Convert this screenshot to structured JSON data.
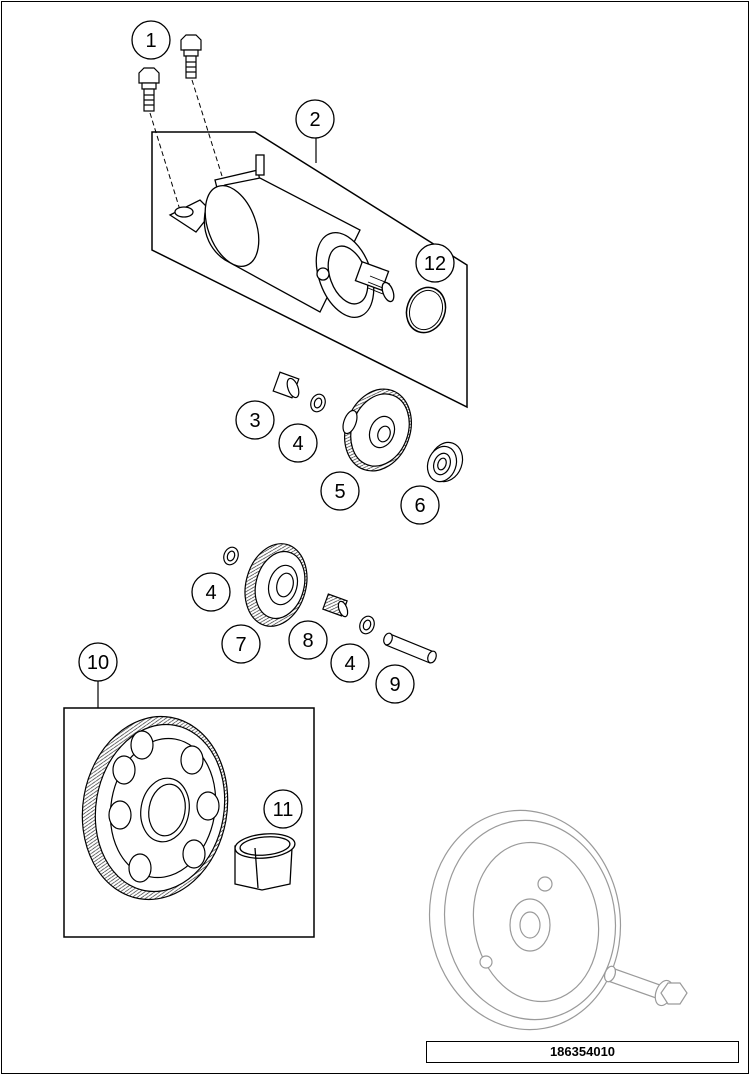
{
  "callouts": {
    "c1": "1",
    "c2": "2",
    "c3": "3",
    "c4a": "4",
    "c4b": "4",
    "c4c": "4",
    "c5": "5",
    "c6": "6",
    "c7": "7",
    "c8": "8",
    "c9": "9",
    "c10": "10",
    "c11": "11",
    "c12": "12"
  },
  "document_number": "186354010",
  "colors": {
    "line": "#000000",
    "ghost": "#9a9a9a",
    "fill": "#ffffff"
  }
}
